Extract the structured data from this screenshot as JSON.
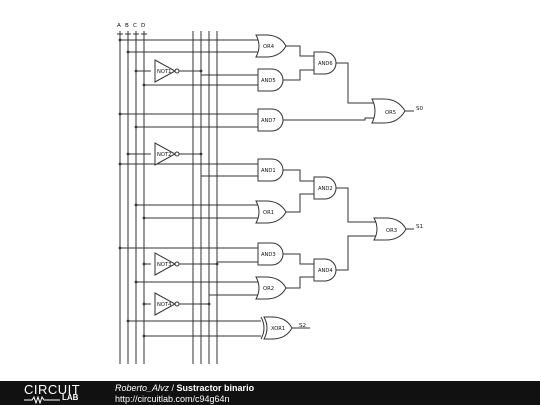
{
  "inputs": [
    "A",
    "B",
    "C",
    "D"
  ],
  "gates": {
    "or4": "OR4",
    "and5": "AND5",
    "and6": "AND6",
    "and7": "AND7",
    "or5": "OR5",
    "and1": "AND1",
    "and2": "AND2",
    "or1": "OR1",
    "or3": "OR3",
    "and3": "AND3",
    "and4": "AND4",
    "or2": "OR2",
    "xor1": "XOR1",
    "not1": "NOT1",
    "not2": "NOT2",
    "not3": "NOT3",
    "not4": "NOT4"
  },
  "outputs": {
    "s0": "S0",
    "s1": "S1",
    "s2": "S2"
  },
  "footer": {
    "logo_top": "CIRCUIT",
    "logo_bottom": "LAB",
    "author": "Roberto_Alvz",
    "separator": " / ",
    "title": "Sustractor binario",
    "url": "http://circuitlab.com/c94g64n"
  },
  "colors": {
    "background": "#ffffff",
    "line": "#333333",
    "footer": "#111111"
  }
}
